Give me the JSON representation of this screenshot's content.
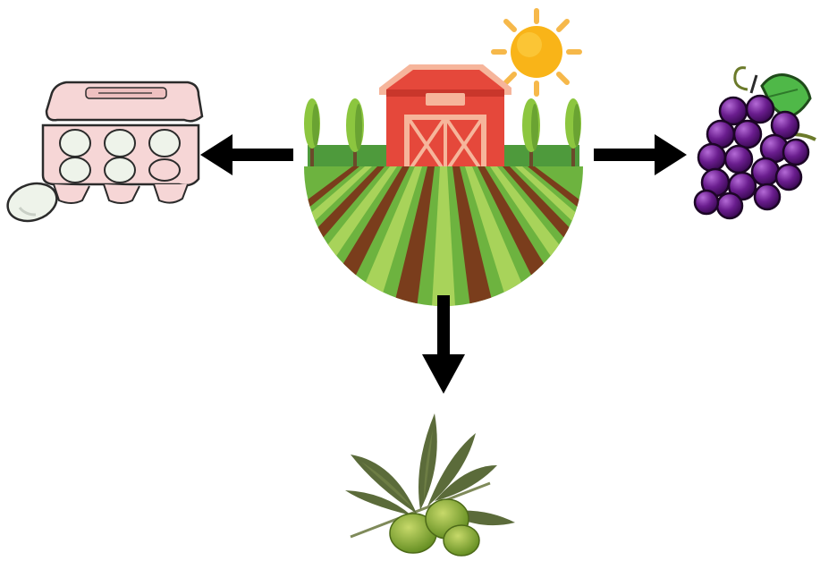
{
  "diagram": {
    "center": {
      "icon": "farm-icon"
    },
    "outputs": [
      {
        "icon": "egg-carton-icon",
        "direction": "left"
      },
      {
        "icon": "grapes-icon",
        "direction": "right"
      },
      {
        "icon": "olive-branch-icon",
        "direction": "down"
      }
    ],
    "arrow_color": "#000000",
    "colors": {
      "barn_red": "#e5483b",
      "barn_trim": "#f6b59b",
      "field_dark": "#7a3d1c",
      "field_green": "#6db33f",
      "field_light": "#a8d35a",
      "tree_green": "#7fbf3f",
      "sun": "#f9b418",
      "carton": "#f6d6d6",
      "egg": "#eef3ea",
      "grape": "#6a1d8e",
      "grape_leaf": "#4fb848",
      "olive": "#7fa52a",
      "olive_leaf": "#5b6b3a"
    }
  }
}
